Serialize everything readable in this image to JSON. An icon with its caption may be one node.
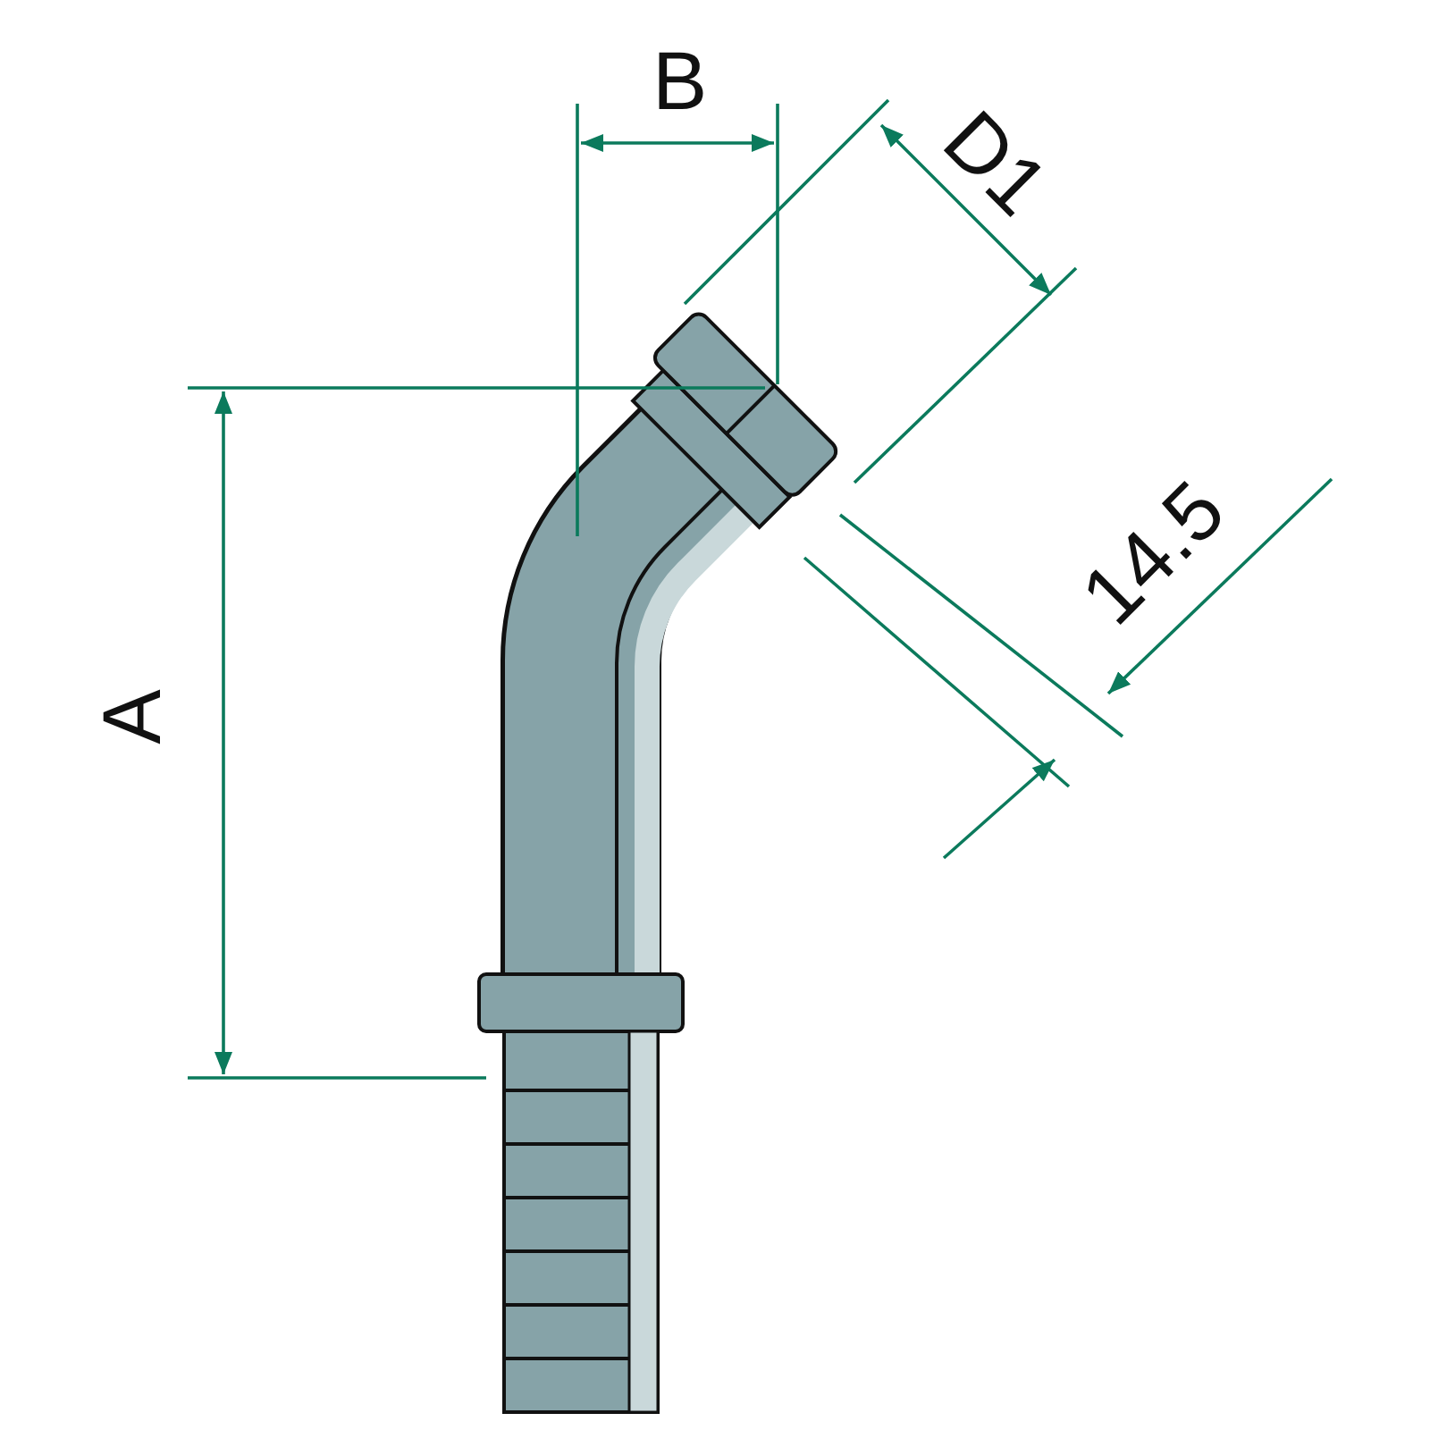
{
  "diagram": {
    "labels": [
      "B",
      "D1",
      "14.5",
      "A"
    ]
  }
}
